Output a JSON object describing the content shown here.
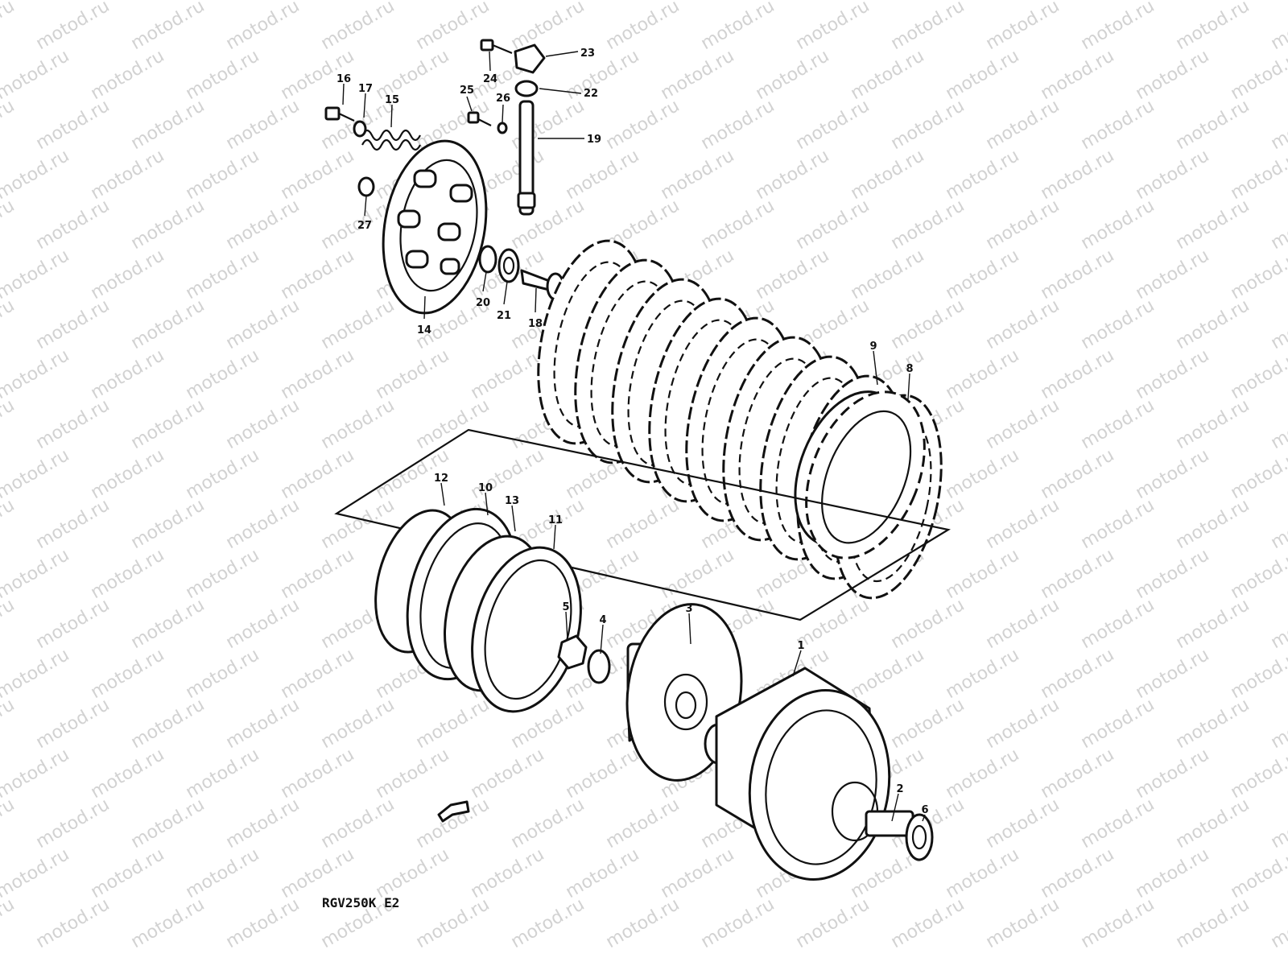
{
  "watermark": {
    "text": "motod.ru"
  },
  "model_code": "RGV250K E2",
  "callouts": [
    {
      "id": "p1",
      "label": "1"
    },
    {
      "id": "p2",
      "label": "2"
    },
    {
      "id": "p3",
      "label": "3"
    },
    {
      "id": "p4",
      "label": "4"
    },
    {
      "id": "p5",
      "label": "5"
    },
    {
      "id": "p6",
      "label": "6"
    },
    {
      "id": "p8",
      "label": "8"
    },
    {
      "id": "p9",
      "label": "9"
    },
    {
      "id": "p10",
      "label": "10"
    },
    {
      "id": "p11",
      "label": "11"
    },
    {
      "id": "p12",
      "label": "12"
    },
    {
      "id": "p13",
      "label": "13"
    },
    {
      "id": "p14",
      "label": "14"
    },
    {
      "id": "p15",
      "label": "15"
    },
    {
      "id": "p16",
      "label": "16"
    },
    {
      "id": "p17",
      "label": "17"
    },
    {
      "id": "p18",
      "label": "18"
    },
    {
      "id": "p19",
      "label": "19"
    },
    {
      "id": "p20",
      "label": "20"
    },
    {
      "id": "p21",
      "label": "21"
    },
    {
      "id": "p22",
      "label": "22"
    },
    {
      "id": "p23",
      "label": "23"
    },
    {
      "id": "p24",
      "label": "24"
    },
    {
      "id": "p25",
      "label": "25"
    },
    {
      "id": "p26",
      "label": "26"
    },
    {
      "id": "p27",
      "label": "27"
    }
  ]
}
